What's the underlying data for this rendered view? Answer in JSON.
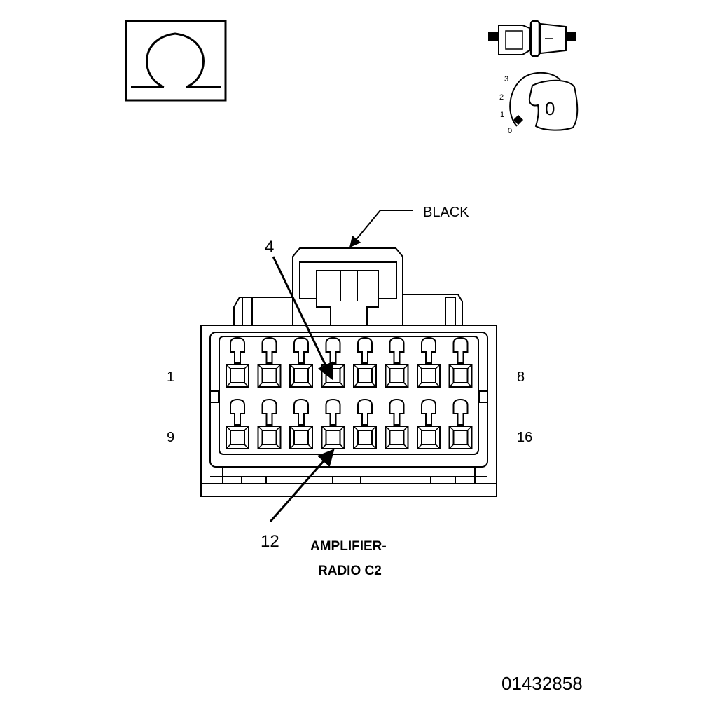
{
  "ohm_symbol": "Ω",
  "key_switch": {
    "positions": [
      "3",
      "2",
      "1",
      "0"
    ],
    "key_label": "0"
  },
  "connector": {
    "color_label": "BLACK",
    "name_line1": "AMPLIFIER-",
    "name_line2": "RADIO C2",
    "row_labels": {
      "top_left": "1",
      "top_right": "8",
      "bottom_left": "9",
      "bottom_right": "16"
    },
    "callouts": {
      "pin_a": "4",
      "pin_b": "12"
    },
    "pins_per_row": 8,
    "rows": 2
  },
  "figure_id": "01432858"
}
